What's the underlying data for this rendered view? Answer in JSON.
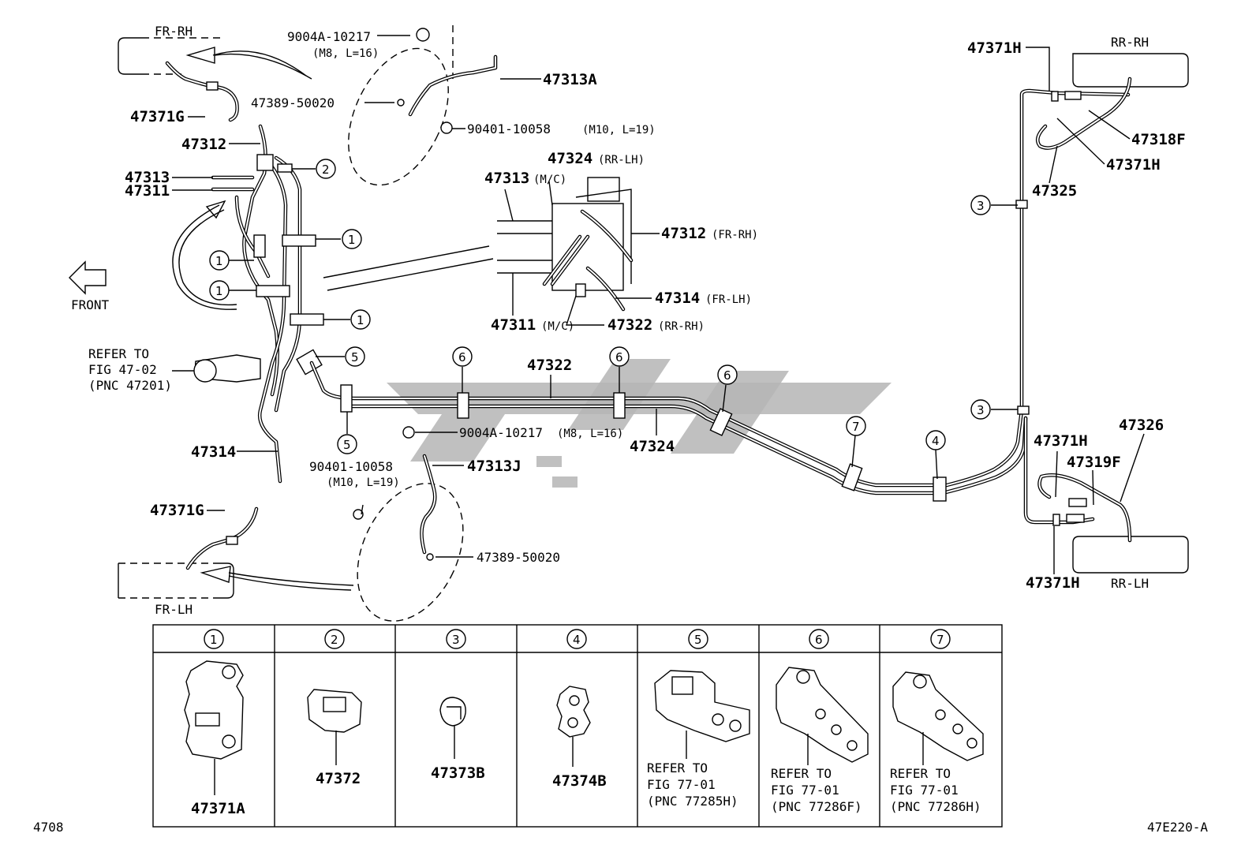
{
  "diagram_code": "47E220-A",
  "page_number": "4708",
  "front_label": "FRONT",
  "wheel_labels": {
    "fr_rh": "FR-RH",
    "fr_lh": "FR-LH",
    "rr_rh": "RR-RH",
    "rr_lh": "RR-LH"
  },
  "parts": {
    "p9004a_top": "9004A-10217",
    "p9004a_top_spec": "(M8, L=16)",
    "p47313a": "47313A",
    "p47389_top": "47389-50020",
    "p90401_top": "90401-10058",
    "p90401_top_spec": "(M10, L=19)",
    "p47371g_top": "47371G",
    "p47312": "47312",
    "p47313": "47313",
    "p47311": "47311",
    "p47324_detail": "47324",
    "p47324_detail_note": "(RR-LH)",
    "p47313_detail": "47313",
    "p47313_detail_note": "(M/C)",
    "p47312_detail": "47312",
    "p47312_detail_note": "(FR-RH)",
    "p47314_detail": "47314",
    "p47314_detail_note": "(FR-LH)",
    "p47311_detail": "47311",
    "p47311_detail_note": "(M/C)",
    "p47322_detail": "47322",
    "p47322_detail_note": "(RR-RH)",
    "refer_mc_1": "REFER TO",
    "refer_mc_2": "FIG 47-02",
    "refer_mc_3": "(PNC 47201)",
    "p47322_main": "47322",
    "p47324_main": "47324",
    "p9004a_mid": "9004A-10217",
    "p9004a_mid_spec": "(M8, L=16)",
    "p47313j": "47313J",
    "p90401_mid": "90401-10058",
    "p90401_mid_spec": "(M10, L=19)",
    "p47314_main": "47314",
    "p47371g_bottom": "47371G",
    "p47389_bottom": "47389-50020",
    "p47371h_top": "47371H",
    "p47318f": "47318F",
    "p47371h_right": "47371H",
    "p47325": "47325",
    "p47371h_mid": "47371H",
    "p47326": "47326",
    "p47319f": "47319F",
    "p47371h_bottom": "47371H"
  },
  "callouts": [
    "1",
    "2",
    "3",
    "4",
    "5",
    "6",
    "7"
  ],
  "legend": [
    {
      "num": "1",
      "lines": [
        "47371A"
      ]
    },
    {
      "num": "2",
      "lines": [
        "47372"
      ]
    },
    {
      "num": "3",
      "lines": [
        "47373B"
      ]
    },
    {
      "num": "4",
      "lines": [
        "47374B"
      ]
    },
    {
      "num": "5",
      "lines": [
        "REFER TO",
        "FIG 77-01",
        "(PNC 77285H)"
      ]
    },
    {
      "num": "6",
      "lines": [
        "REFER TO",
        "FIG 77-01",
        "(PNC 77286F)"
      ]
    },
    {
      "num": "7",
      "lines": [
        "REFER TO",
        "FIG 77-01",
        "(PNC 77286H)"
      ]
    }
  ]
}
